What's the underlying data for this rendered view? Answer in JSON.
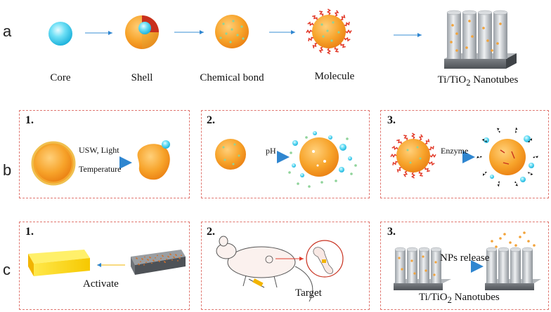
{
  "rows": {
    "a": "a",
    "b": "b",
    "c": "c"
  },
  "row_a": {
    "captions": [
      "Core",
      "Shell",
      "Chemical bond",
      "Molecule"
    ],
    "nanotubes_prefix": "Ti/TiO",
    "nanotubes_sub": "2",
    "nanotubes_suffix": " Nanotubes"
  },
  "row_b": {
    "p1": {
      "num": "1.",
      "label1": "USW, Light",
      "label2": "Temperature"
    },
    "p2": {
      "num": "2.",
      "label": "pH"
    },
    "p3": {
      "num": "3.",
      "label": "Enzyme"
    }
  },
  "row_c": {
    "p1": {
      "num": "1.",
      "label": "Activate"
    },
    "p2": {
      "num": "2.",
      "label": "Target"
    },
    "p3": {
      "num": "3.",
      "label": "NPs release",
      "sub_prefix": "Ti/TiO",
      "sub_sub": "2",
      "sub_suffix": " Nanotubes"
    }
  },
  "colors": {
    "core": "#4fd4f0",
    "shell": "#f39a1e",
    "bond": "#8fd39a",
    "molecule": "#e23a2a",
    "border": "#e0766f",
    "arrow": "#3a8fd6"
  }
}
